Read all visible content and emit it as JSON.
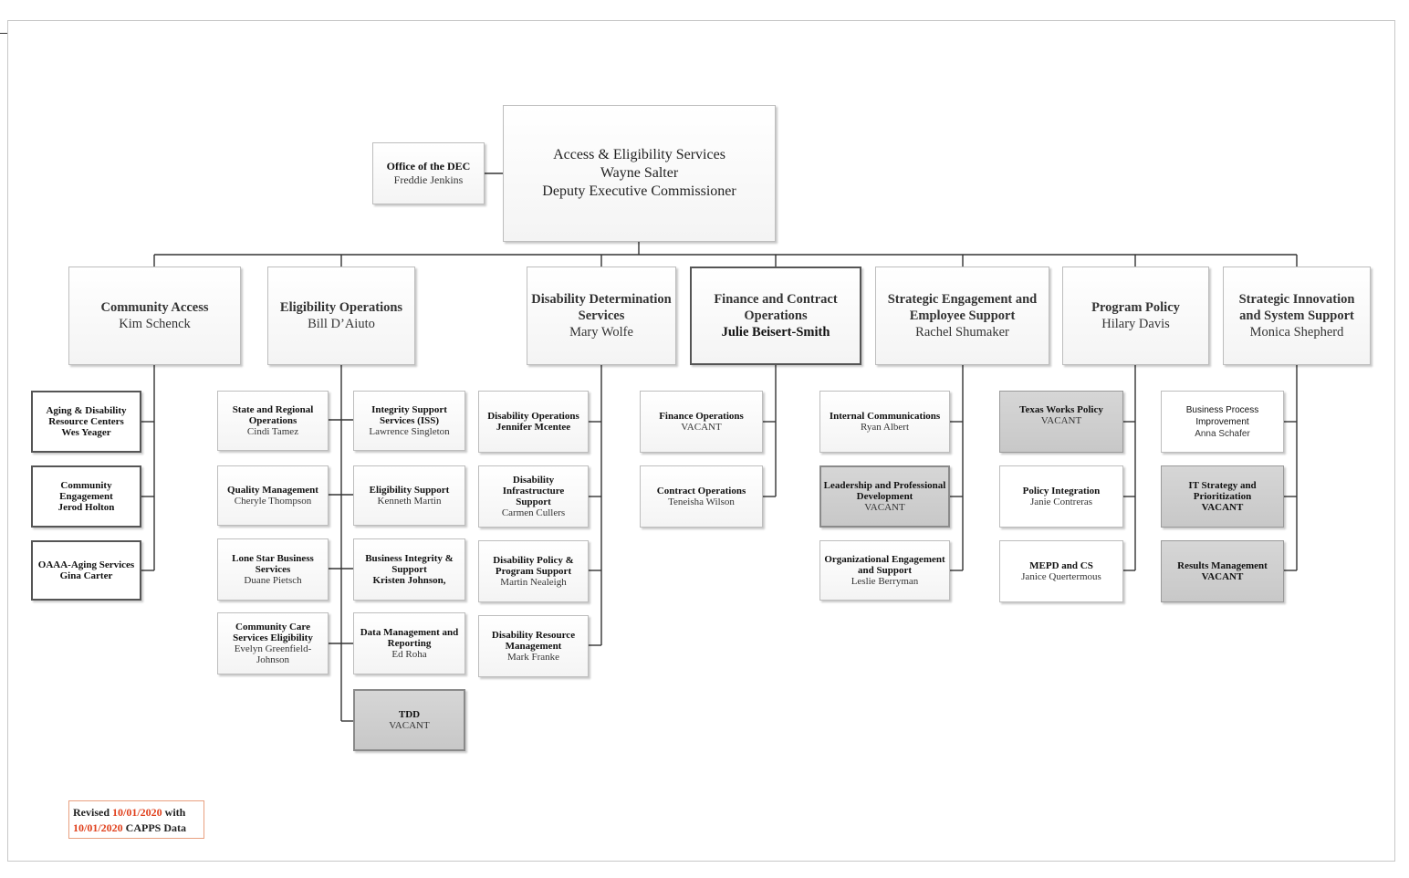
{
  "top": {
    "title": "Access & Eligibility Services",
    "name": "Wayne Salter",
    "role": "Deputy Executive Commissioner"
  },
  "dec": {
    "title": "Office of the DEC",
    "name": "Freddie Jenkins"
  },
  "divisions": [
    {
      "title": "Community Access",
      "name": "Kim Schenck"
    },
    {
      "title": "Eligibility Operations",
      "name": "Bill D’Aiuto"
    },
    {
      "title": "Disability Determination Services",
      "name": "Mary Wolfe"
    },
    {
      "title": "Finance and Contract Operations",
      "name": "Julie Beisert-Smith"
    },
    {
      "title": "Strategic Engagement and Employee Support",
      "name": "Rachel Shumaker"
    },
    {
      "title": "Program Policy",
      "name": "Hilary Davis"
    },
    {
      "title": "Strategic Innovation and System Support",
      "name": "Monica Shepherd"
    }
  ],
  "community_access": [
    {
      "title": "Aging & Disability Resource Centers",
      "name": "Wes Yeager"
    },
    {
      "title": "Community Engagement",
      "name": "Jerod Holton"
    },
    {
      "title": "OAAA-Aging Services",
      "name": "Gina Carter"
    }
  ],
  "eligibility_left": [
    {
      "title": "State and Regional Operations",
      "name": "Cindi Tamez"
    },
    {
      "title": "Quality Management",
      "name": "Cheryle Thompson"
    },
    {
      "title": "Lone Star Business Services",
      "name": "Duane Pietsch"
    },
    {
      "title": "Community Care Services Eligibility",
      "name": "Evelyn Greenfield-Johnson"
    }
  ],
  "eligibility_right": [
    {
      "title": "Integrity Support Services (ISS)",
      "name": "Lawrence Singleton"
    },
    {
      "title": "Eligibility Support",
      "name": "Kenneth Martin"
    },
    {
      "title": "Business Integrity & Support",
      "name": "Kristen Johnson,"
    },
    {
      "title": "Data Management and Reporting",
      "name": "Ed Roha"
    },
    {
      "title": "TDD",
      "name": "VACANT"
    }
  ],
  "dds": [
    {
      "title": "Disability Operations",
      "name": "Jennifer Mcentee"
    },
    {
      "title": "Disability Infrastructure Support",
      "name": "Carmen Cullers"
    },
    {
      "title": "Disability Policy & Program Support",
      "name": "Martin Nealeigh"
    },
    {
      "title": "Disability Resource Management",
      "name": "Mark Franke"
    }
  ],
  "finance": [
    {
      "title": "Finance Operations",
      "name": "VACANT"
    },
    {
      "title": "Contract Operations",
      "name": "Teneisha Wilson"
    }
  ],
  "strategic_engagement": [
    {
      "title": "Internal Communications",
      "name": "Ryan Albert"
    },
    {
      "title": "Leadership and Professional Development",
      "name": "VACANT"
    },
    {
      "title": "Organizational Engagement and Support",
      "name": "Leslie Berryman"
    }
  ],
  "program_policy": [
    {
      "title": "Texas Works Policy",
      "name": "VACANT"
    },
    {
      "title": "Policy Integration",
      "name": "Janie Contreras"
    },
    {
      "title": "MEPD and CS",
      "name": "Janice Quertermous"
    }
  ],
  "innovation": [
    {
      "title": "Business Process Improvement",
      "name": "Anna Schafer"
    },
    {
      "title": "IT Strategy and Prioritization",
      "name": "VACANT"
    },
    {
      "title": "Results Management",
      "name": "VACANT"
    }
  ],
  "revision": {
    "prefix": "Revised",
    "date1": "10/01/2020",
    "mid": "with",
    "date2": "10/01/2020",
    "suffix": "CAPPS Data"
  }
}
